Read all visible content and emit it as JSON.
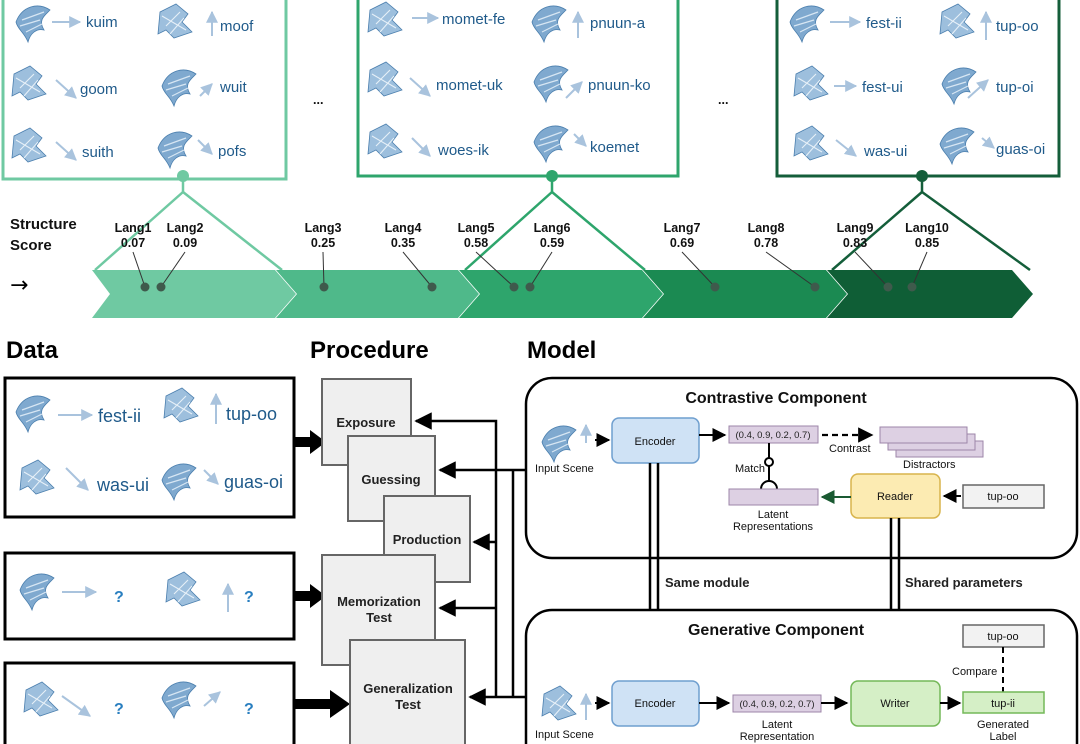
{
  "timeline": {
    "axis_label_line1": "Structure",
    "axis_label_line2": "Score",
    "arrow_glyph": "→",
    "languages": [
      {
        "name": "Lang1",
        "score": "0.07"
      },
      {
        "name": "Lang2",
        "score": "0.09"
      },
      {
        "name": "Lang3",
        "score": "0.25"
      },
      {
        "name": "Lang4",
        "score": "0.35"
      },
      {
        "name": "Lang5",
        "score": "0.58"
      },
      {
        "name": "Lang6",
        "score": "0.59"
      },
      {
        "name": "Lang7",
        "score": "0.69"
      },
      {
        "name": "Lang8",
        "score": "0.78"
      },
      {
        "name": "Lang9",
        "score": "0.83"
      },
      {
        "name": "Lang10",
        "score": "0.85"
      }
    ],
    "ellipsis": "...",
    "colors": [
      "#6fc9a2",
      "#4fb98a",
      "#2ea56c",
      "#1b8a52",
      "#0f5e36"
    ]
  },
  "example_panels": [
    {
      "color": "#6fc9a2",
      "words": [
        "kuim",
        "moof",
        "goom",
        "wuit",
        "suith",
        "pofs"
      ]
    },
    {
      "color": "#2ea56c",
      "words": [
        "momet-fe",
        "pnuun-a",
        "momet-uk",
        "pnuun-ko",
        "woes-ik",
        "koemet"
      ]
    },
    {
      "color": "#145e3a",
      "words": [
        "fest-ii",
        "tup-oo",
        "fest-ui",
        "tup-oi",
        "was-ui",
        "guas-oi"
      ]
    }
  ],
  "sections": {
    "data": "Data",
    "procedure": "Procedure",
    "model": "Model"
  },
  "data_boxes": {
    "exposure": [
      "fest-ii",
      "tup-oo",
      "was-ui",
      "guas-oi"
    ],
    "unknown": "?"
  },
  "procedure": {
    "exposure": "Exposure",
    "guessing": "Guessing",
    "production": "Production",
    "memorization_line1": "Memorization",
    "memorization_line2": "Test",
    "generalization_line1": "Generalization",
    "generalization_line2": "Test"
  },
  "model": {
    "contrastive_title": "Contrastive Component",
    "generative_title": "Generative Component",
    "input_scene": "Input Scene",
    "encoder": "Encoder",
    "vector": "(0.4, 0.9, 0.2, 0.7)",
    "contrast": "Contrast",
    "distractors": "Distractors",
    "match": "Match",
    "latent_representations_line1": "Latent",
    "latent_representations_line2": "Representations",
    "latent_representation_line2": "Representation",
    "reader": "Reader",
    "reader_input": "tup-oo",
    "same_module": "Same module",
    "shared_parameters": "Shared parameters",
    "writer": "Writer",
    "compare": "Compare",
    "target_label": "tup-oo",
    "generated_label_value": "tup-ii",
    "generated_label_line1": "Generated",
    "generated_label_line2": "Label"
  }
}
